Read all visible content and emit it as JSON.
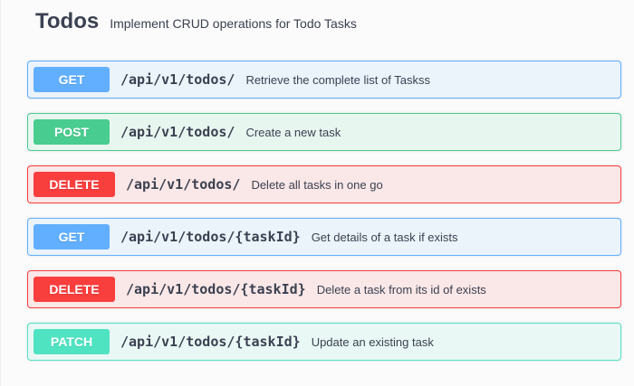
{
  "tag": {
    "name": "Todos",
    "description": "Implement CRUD operations for Todo Tasks"
  },
  "operations": [
    {
      "method": "GET",
      "path": "/api/v1/todos/",
      "summary": "Retrieve the complete list of Taskss",
      "color": "#61affe"
    },
    {
      "method": "POST",
      "path": "/api/v1/todos/",
      "summary": "Create a new task",
      "color": "#49cc90"
    },
    {
      "method": "DELETE",
      "path": "/api/v1/todos/",
      "summary": "Delete all tasks in one go",
      "color": "#f93e3e"
    },
    {
      "method": "GET",
      "path": "/api/v1/todos/{taskId}",
      "summary": "Get details of a task if exists",
      "color": "#61affe"
    },
    {
      "method": "DELETE",
      "path": "/api/v1/todos/{taskId}",
      "summary": "Delete a task from its id of exists",
      "color": "#f93e3e"
    },
    {
      "method": "PATCH",
      "path": "/api/v1/todos/{taskId}",
      "summary": "Update an existing task",
      "color": "#50e3c2"
    }
  ]
}
